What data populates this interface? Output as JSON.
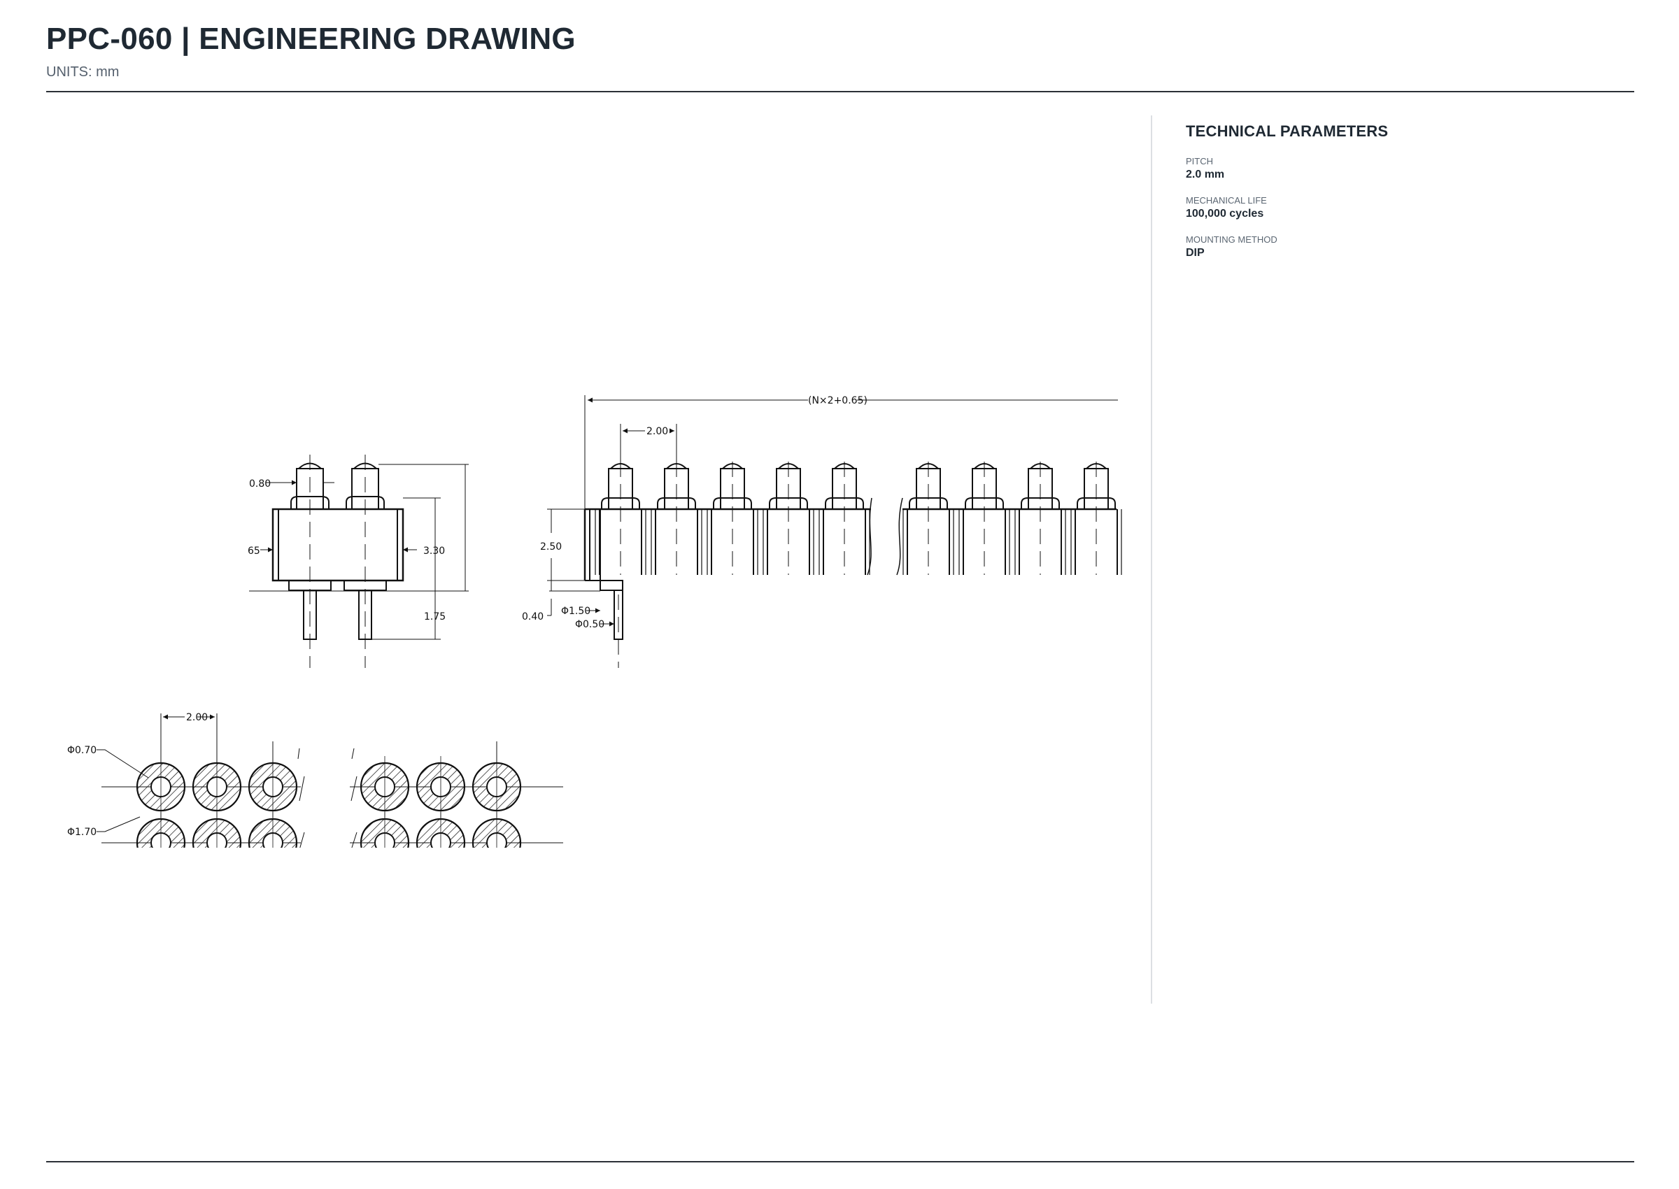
{
  "header": {
    "title": "PPC-060  |  ENGINEERING DRAWING",
    "units": "UNITS: mm"
  },
  "panel": {
    "title": "TECHNICAL PARAMETERS",
    "params": [
      {
        "label": "PITCH",
        "value": "2.0 mm"
      },
      {
        "label": "MECHANICAL LIFE",
        "value": "100,000 cycles"
      },
      {
        "label": "MOUNTING METHOD",
        "value": "DIP"
      }
    ]
  },
  "drawing": {
    "side_view": {
      "pin_dia": "0.80",
      "body_height": "3.30",
      "body_offset": "65",
      "tail_length": "1.75"
    },
    "front_view": {
      "overall_length": "(N×2+0.65)",
      "pitch": "2.00",
      "body_height": "2.50",
      "base": "0.40",
      "shoulder_dia": "Φ1.50",
      "tail_dia": "Φ0.50"
    },
    "footprint": {
      "pitch": "2.00",
      "hole_dia": "Φ0.70",
      "pad_dia": "Φ1.70"
    }
  }
}
